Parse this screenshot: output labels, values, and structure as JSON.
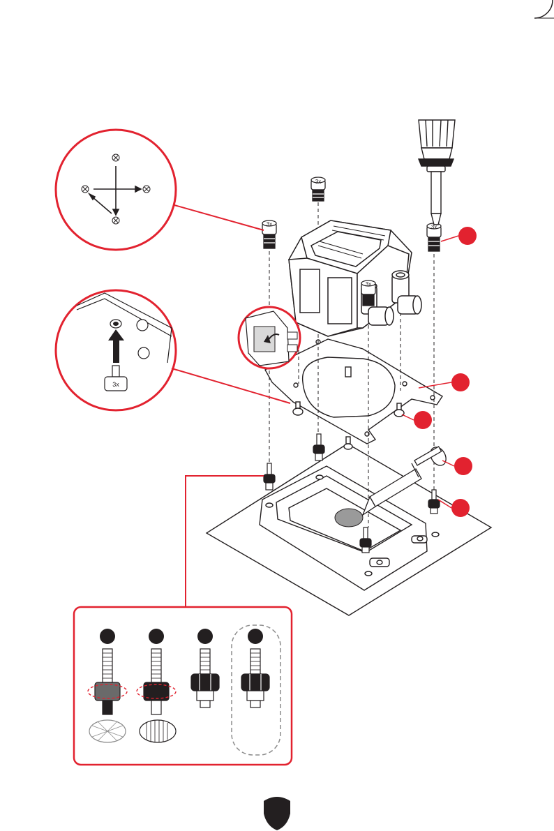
{
  "colors": {
    "accent": "#e2222f",
    "line": "#231f20",
    "paste": "#9a9a9a",
    "background": "#ffffff"
  },
  "icons": {
    "brand": "msi-shield-logo",
    "tool": "screwdriver-icon",
    "step_badge": "red-filled-circle"
  },
  "diagram": {
    "screw_head_label": "3x",
    "standoff_variants": 4,
    "cropmark_arc": true
  }
}
